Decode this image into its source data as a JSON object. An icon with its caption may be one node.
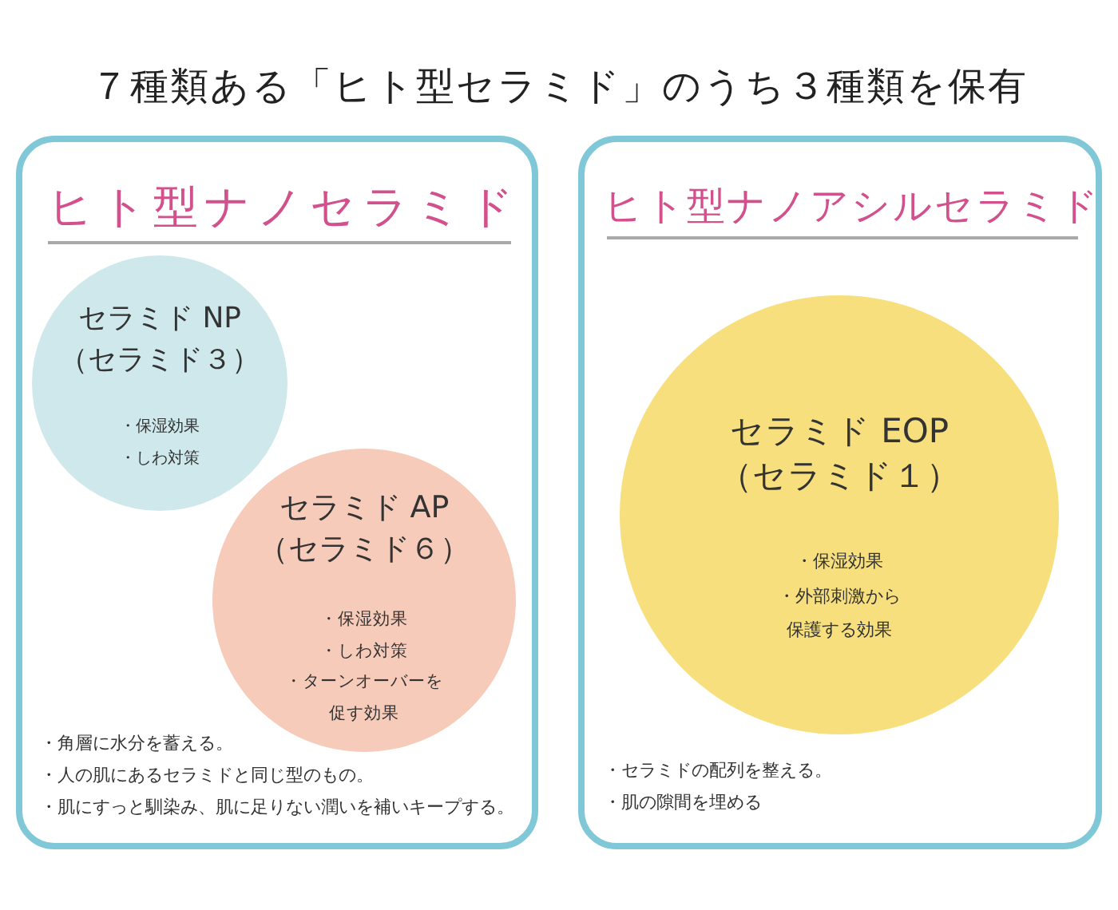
{
  "diagram": {
    "title": "７種類ある「ヒト型セラミド」のうち３種類を保有",
    "nodes": [
      {
        "text": [
          "ヒト型ナノセラミド",
          "・角層に水分を蓄える。",
          "・人の肌にあるセラミドと同じ型のもの。",
          "・肌にすっと馴染み、肌に足りない潤いを補いキープする。"
        ]
      },
      {
        "text": [
          "セラミド NP",
          "（セラミド３）",
          "・保湿効果",
          "・しわ対策"
        ],
        "in": 0
      },
      {
        "text": [
          "セラミド AP",
          "（セラミド６）",
          "・保湿効果",
          "・しわ対策",
          "・ターンオーバーを促す効果"
        ],
        "in": 0
      },
      {
        "text": [
          "ヒト型ナノアシルセラミド",
          "・セラミドの配列を整える。",
          "・肌の隙間を埋める"
        ]
      },
      {
        "text": [
          "セラミド EOP",
          "（セラミド１）",
          "・保湿効果",
          "・外部刺激から保護する効果"
        ],
        "in": 3
      }
    ]
  }
}
